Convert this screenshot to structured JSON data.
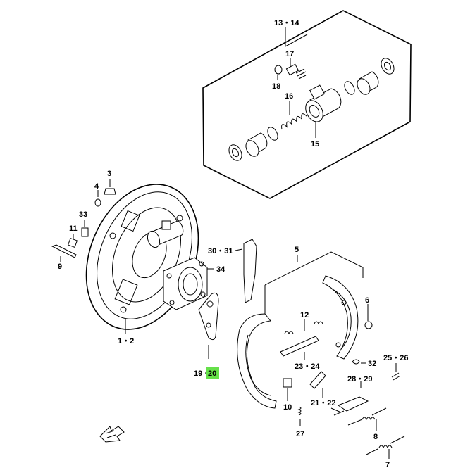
{
  "labels": {
    "p13_14": "13・14",
    "p17": "17",
    "p18": "18",
    "p16": "16",
    "p15": "15",
    "p3": "3",
    "p4": "4",
    "p33": "33",
    "p11": "11",
    "p9": "9",
    "p34": "34",
    "p30_31": "30・31",
    "p5": "5",
    "p6": "6",
    "p1_2": "1・2",
    "p12": "12",
    "p23_24": "23・24",
    "p19": "19・",
    "p20": "20",
    "p32": "32",
    "p25_26": "25・26",
    "p28_29": "28・29",
    "p10": "10",
    "p21_22": "21・22",
    "p27": "27",
    "p8": "8",
    "p7": "7"
  },
  "highlight_color": "#66e04a",
  "icons": [
    "front-direction-arrow-icon"
  ]
}
